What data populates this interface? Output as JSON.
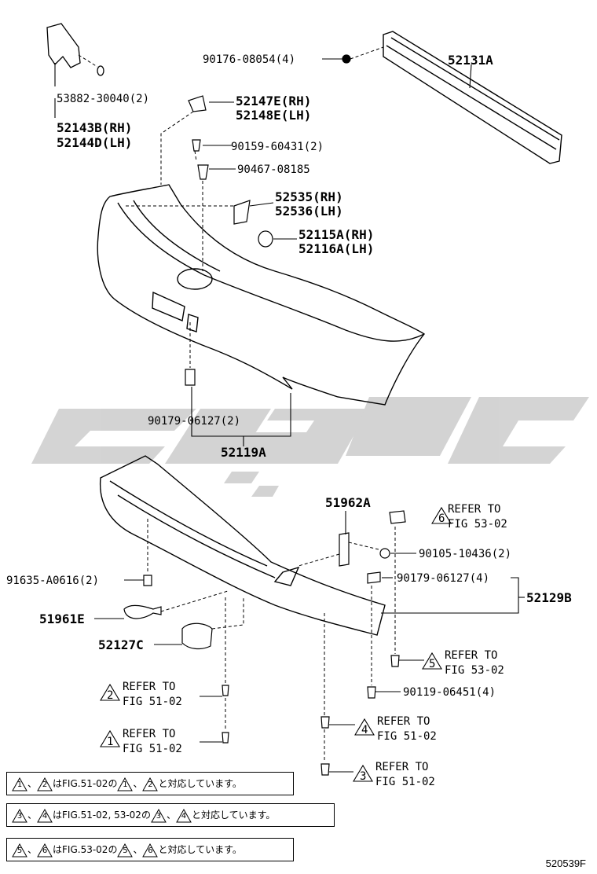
{
  "parts": {
    "p52131A": "52131A",
    "p90176": "90176-08054(4)",
    "p53882": "53882-30040(2)",
    "p52143B": "52143B(RH)",
    "p52144D": "52144D(LH)",
    "p52147E": "52147E(RH)",
    "p52148E": "52148E(LH)",
    "p90159": "90159-60431(2)",
    "p90467": "90467-08185",
    "p52535": "52535(RH)",
    "p52536": "52536(LH)",
    "p52115A": "52115A(RH)",
    "p52116A": "52116A(LH)",
    "p90179a": "90179-06127(2)",
    "p52119A": "52119A",
    "p51962A": "51962A",
    "p90105": "90105-10436(2)",
    "p90179b": "90179-06127(4)",
    "p52129B": "52129B",
    "p91635": "91635-A0616(2)",
    "p51961E": "51961E",
    "p52127C": "52127C",
    "p90119": "90119-06451(4)"
  },
  "refs": {
    "r6": {
      "num": "6",
      "l1": "REFER TO",
      "l2": "FIG 53-02"
    },
    "r5": {
      "num": "5",
      "l1": "REFER TO",
      "l2": "FIG 53-02"
    },
    "r2": {
      "num": "2",
      "l1": "REFER TO",
      "l2": "FIG 51-02"
    },
    "r1": {
      "num": "1",
      "l1": "REFER TO",
      "l2": "FIG 51-02"
    },
    "r4": {
      "num": "4",
      "l1": "REFER TO",
      "l2": "FIG 51-02"
    },
    "r3": {
      "num": "3",
      "l1": "REFER TO",
      "l2": "FIG 51-02"
    }
  },
  "notes": {
    "n1": {
      "a": "1",
      "sep": "、",
      "b": "2",
      "mid": "はFIG.51-02の",
      "c": "1",
      "sep2": "、",
      "d": "2",
      "end": "と対応しています。"
    },
    "n2": {
      "a": "3",
      "sep": "、",
      "b": "4",
      "mid": "はFIG.51-02, 53-02の",
      "c": "3",
      "sep2": "、",
      "d": "4",
      "end": "と対応しています。"
    },
    "n3": {
      "a": "5",
      "sep": "、",
      "b": "6",
      "mid": "はFIG.53-02の",
      "c": "5",
      "sep2": "、",
      "d": "6",
      "end": "と対応しています。"
    }
  },
  "figure_code": "520539F"
}
